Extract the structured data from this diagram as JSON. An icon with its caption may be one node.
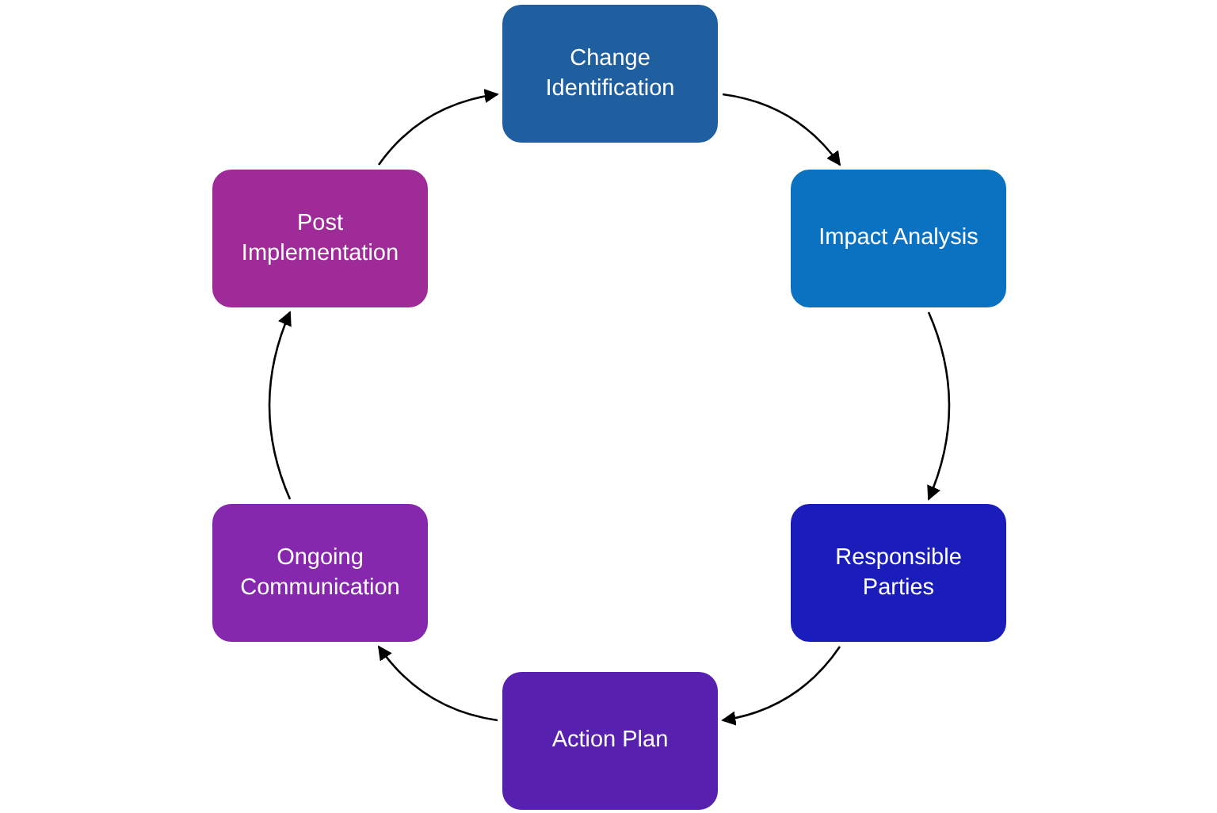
{
  "diagram": {
    "nodes": [
      {
        "text": [
          "Change Identification"
        ]
      },
      {
        "text": [
          "Impact Analysis"
        ]
      },
      {
        "text": [
          "Responsible Parties"
        ]
      },
      {
        "text": [
          "Action Plan"
        ]
      },
      {
        "text": [
          "Ongoing Communication"
        ]
      },
      {
        "text": [
          "Post Implementation"
        ]
      }
    ],
    "edges": [
      {
        "from": 0,
        "to": 1,
        "arrow": "to"
      },
      {
        "from": 1,
        "to": 2,
        "arrow": "to"
      },
      {
        "from": 2,
        "to": 3,
        "arrow": "to"
      },
      {
        "from": 3,
        "to": 4,
        "arrow": "to"
      },
      {
        "from": 4,
        "to": 5,
        "arrow": "to"
      },
      {
        "from": 5,
        "to": 0,
        "arrow": "to"
      }
    ]
  }
}
